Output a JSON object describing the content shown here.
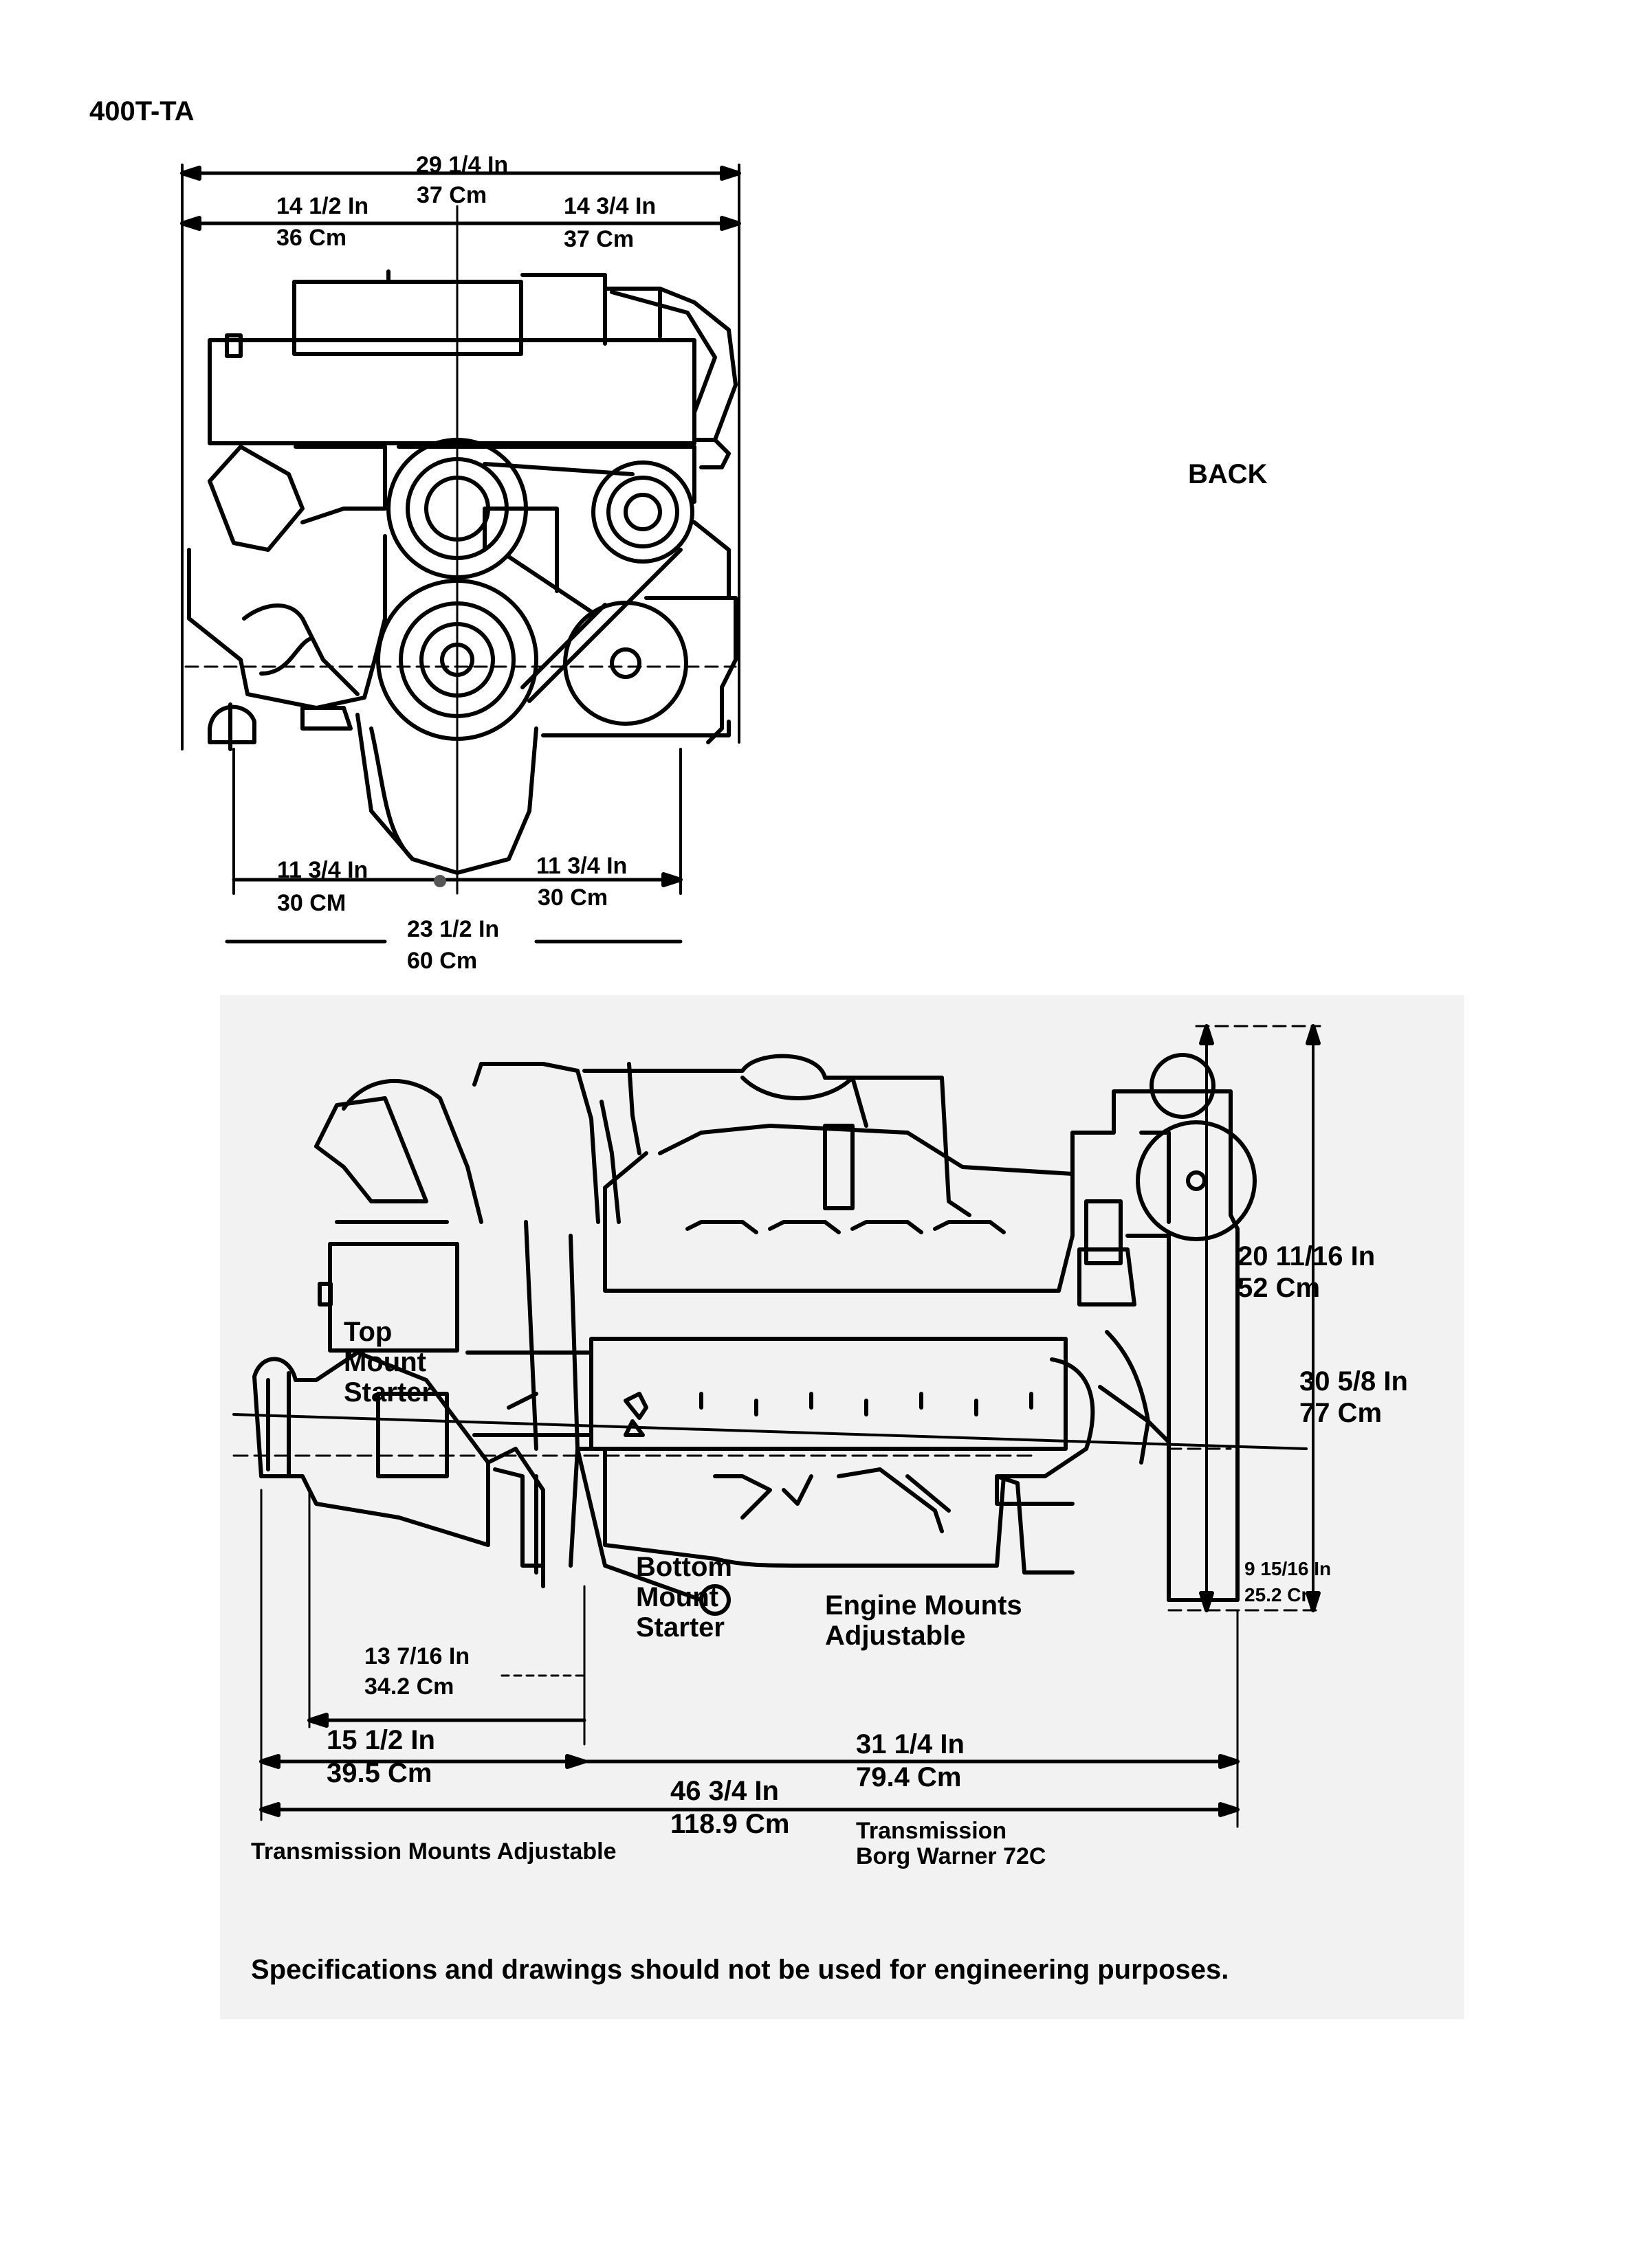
{
  "model": "400T-TA",
  "back_label": "BACK",
  "front_view": {
    "overall_width": {
      "in": "29 1/4 In",
      "cm": "37 Cm"
    },
    "left_half": {
      "in": "14 1/2 In",
      "cm": "36 Cm"
    },
    "right_half": {
      "in": "14 3/4 In",
      "cm": "37 Cm"
    },
    "mount_left": {
      "in": "11 3/4 In",
      "cm": "30 CM"
    },
    "mount_right": {
      "in": "11 3/4 In",
      "cm": "30 Cm"
    },
    "mount_overall": {
      "in": "23 1/2 In",
      "cm": "60 Cm"
    }
  },
  "side_view": {
    "height_upper": {
      "in": "20 11/16 In",
      "cm": "52 Cm"
    },
    "height_total": {
      "in": "30 5/8 In",
      "cm": "77 Cm"
    },
    "height_lower": {
      "in": "9 15/16 In",
      "cm": "25.2 Cm"
    },
    "trans_mount_offset": {
      "in": "13 7/16 In",
      "cm": "34.2 Cm"
    },
    "trans_length": {
      "in": "15 1/2 In",
      "cm": "39.5 Cm"
    },
    "engine_length": {
      "in": "31 1/4 In",
      "cm": "79.4 Cm"
    },
    "overall_length": {
      "in": "46 3/4 In",
      "cm": "118.9 Cm"
    },
    "top_mount_starter": "Top\nMount\nStarter",
    "bottom_mount_starter": "Bottom\nMount\nStarter",
    "engine_mounts": "Engine Mounts\nAdjustable",
    "transmission_mounts": "Transmission Mounts Adjustable",
    "transmission_model": "Transmission\nBorg Warner 72C",
    "disclaimer": "Specifications and drawings should not be used for engineering purposes."
  }
}
